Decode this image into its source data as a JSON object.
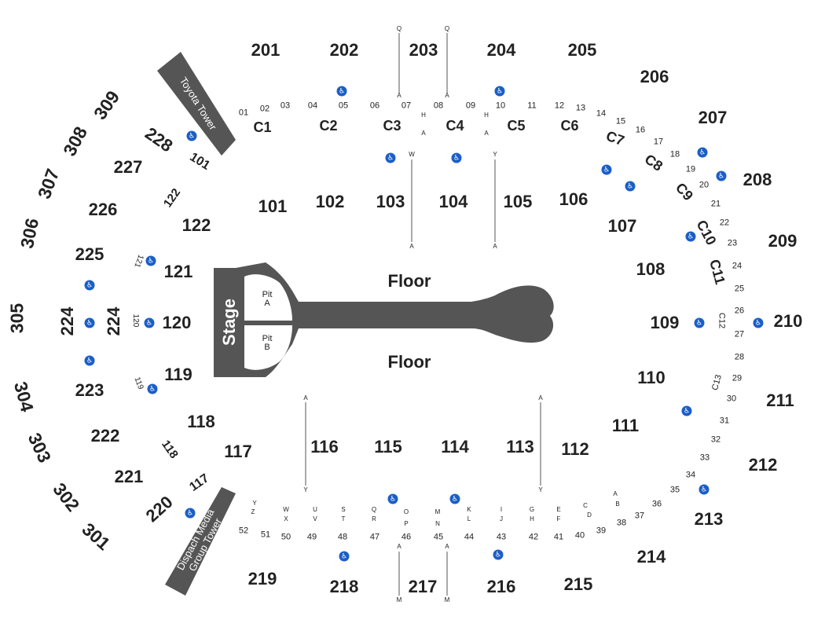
{
  "floor": {
    "label_top": "Floor",
    "label_bottom": "Floor"
  },
  "stage": {
    "label": "Stage",
    "pit_a": "Pit\nA",
    "pit_b": "Pit\nB"
  },
  "towers": {
    "toyota": "Toyota Tower",
    "dispatch": "Dispach Media\nGroup Tower"
  },
  "sections_300": [
    "309",
    "308",
    "307",
    "306",
    "305",
    "304",
    "303",
    "302",
    "301"
  ],
  "sections_200": [
    "201",
    "202",
    "203",
    "204",
    "205",
    "206",
    "207",
    "208",
    "209",
    "210",
    "211",
    "212",
    "213",
    "214",
    "215",
    "216",
    "217",
    "218",
    "219",
    "220",
    "221",
    "222",
    "223",
    "224",
    "224",
    "225",
    "226",
    "227",
    "228"
  ],
  "sections_100": [
    "101",
    "101",
    "102",
    "103",
    "104",
    "105",
    "106",
    "107",
    "108",
    "109",
    "110",
    "111",
    "112",
    "113",
    "114",
    "115",
    "116",
    "117",
    "117",
    "118",
    "118",
    "119",
    "119",
    "120",
    "120",
    "121",
    "121",
    "122",
    "122"
  ],
  "club_sections": [
    "C1",
    "C2",
    "C3",
    "C4",
    "C5",
    "C6",
    "C7",
    "C8",
    "C9",
    "C10",
    "C11",
    "C12",
    "C13"
  ],
  "row_numbers_top": [
    "01",
    "02",
    "03",
    "04",
    "05",
    "06",
    "07",
    "08",
    "09",
    "10",
    "11",
    "12",
    "13",
    "14",
    "15",
    "16",
    "17",
    "18",
    "19",
    "20",
    "21",
    "22",
    "23",
    "24",
    "25",
    "26",
    "27",
    "28",
    "29",
    "30",
    "31",
    "32",
    "33",
    "34",
    "35",
    "36",
    "37",
    "38",
    "39",
    "40",
    "41",
    "42",
    "43",
    "44",
    "45",
    "46",
    "47",
    "48",
    "49",
    "50",
    "51",
    "52"
  ],
  "row_numbers_small": [
    "01",
    "02",
    "03",
    "04",
    "05",
    "06",
    "07",
    "08",
    "09",
    "10",
    "11",
    "12",
    "13",
    "14",
    "15",
    "16",
    "17",
    "18",
    "19",
    "20",
    "21",
    "22",
    "23",
    "24",
    "25",
    "26",
    "27",
    "28",
    "29"
  ],
  "row_letters": [
    "A",
    "B",
    "C",
    "D",
    "E",
    "F",
    "G",
    "H",
    "I",
    "J",
    "K",
    "L",
    "M",
    "N",
    "O",
    "P",
    "Q",
    "R",
    "S",
    "T",
    "U",
    "V",
    "W",
    "X",
    "Y",
    "Z"
  ],
  "aisle_markers": {
    "q": "Q",
    "a": "A",
    "h": "H",
    "w": "W",
    "y": "Y",
    "m": "M"
  },
  "icons": {
    "wheelchair": "wheelchair-icon",
    "wheelchair_glyph": "♿"
  },
  "colors": {
    "stage": "#555555",
    "tower": "#555555",
    "wheelchair": "#1b5ec7",
    "text": "#222222"
  }
}
